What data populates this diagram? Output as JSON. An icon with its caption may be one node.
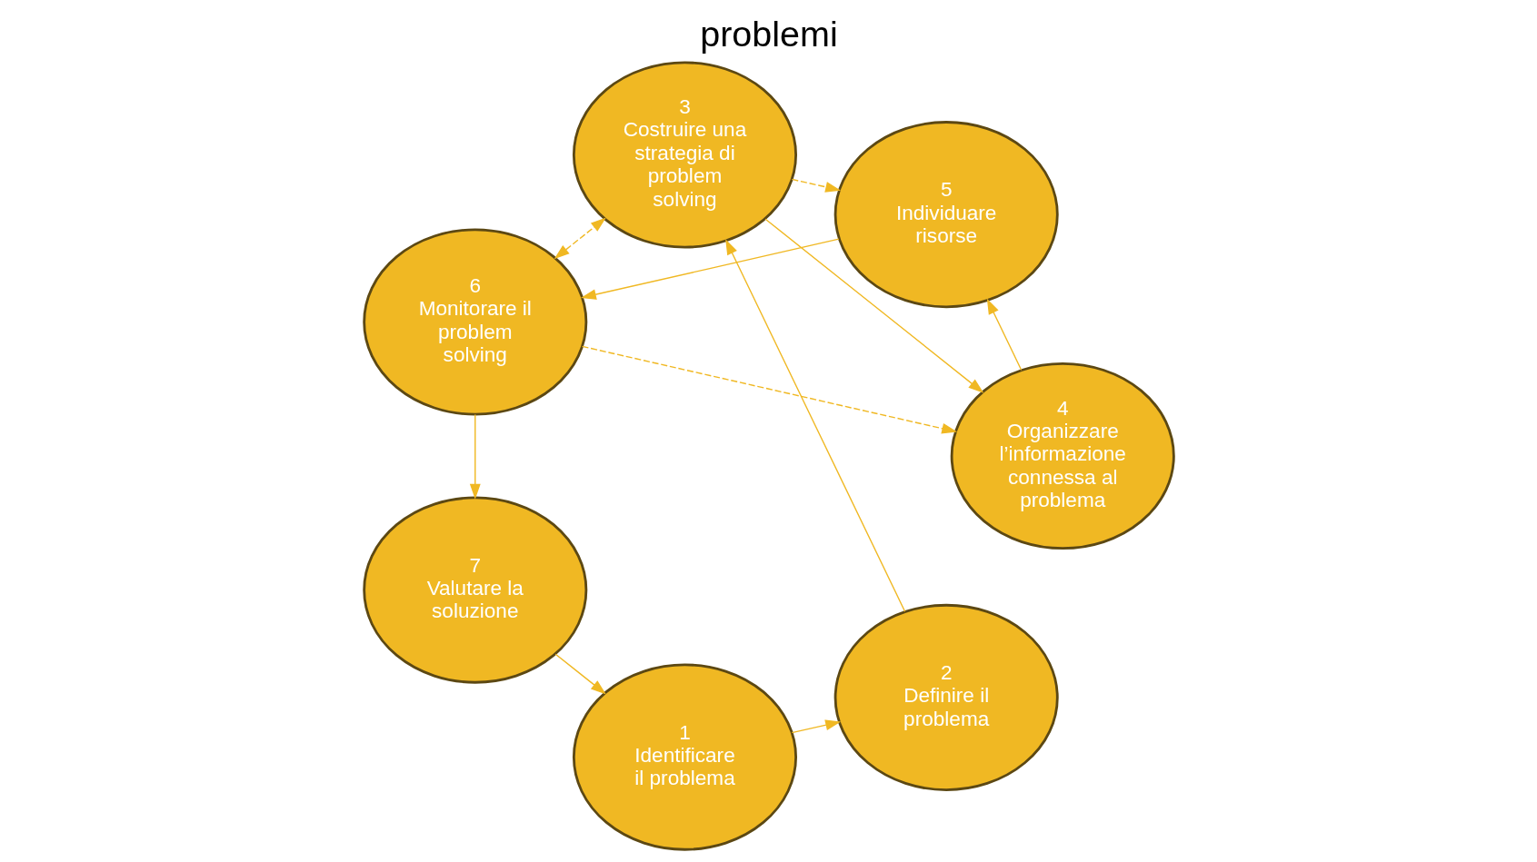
{
  "diagram": {
    "title": "problemi",
    "nodes": [
      {
        "text": [
          "1",
          "Identificare il problema"
        ]
      },
      {
        "text": [
          "2",
          "Definire il problema"
        ]
      },
      {
        "text": [
          "3",
          "Costruire una strategia di problem solving"
        ]
      },
      {
        "text": [
          "4",
          "Organizzare l’informazione connessa al problema"
        ]
      },
      {
        "text": [
          "5",
          "Individuare risorse"
        ]
      },
      {
        "text": [
          "6",
          "Monitorare il problem solving"
        ]
      },
      {
        "text": [
          "7",
          "Valutare la soluzione"
        ]
      }
    ],
    "edges": [
      {
        "from": 0,
        "to": 1,
        "arrow": "to"
      },
      {
        "from": 1,
        "to": 2,
        "arrow": "to"
      },
      {
        "from": 2,
        "to": 3,
        "arrow": "to"
      },
      {
        "from": 3,
        "to": 4,
        "arrow": "to"
      },
      {
        "from": 4,
        "to": 5,
        "arrow": "to"
      },
      {
        "from": 5,
        "to": 6,
        "arrow": "to"
      },
      {
        "from": 6,
        "to": 0,
        "arrow": "to"
      },
      {
        "from": 5,
        "to": 2,
        "arrow": "both",
        "style": "dashed"
      },
      {
        "from": 5,
        "to": 3,
        "arrow": "to",
        "style": "dashed"
      },
      {
        "from": 2,
        "to": 4,
        "arrow": "to",
        "style": "dashed"
      }
    ]
  }
}
